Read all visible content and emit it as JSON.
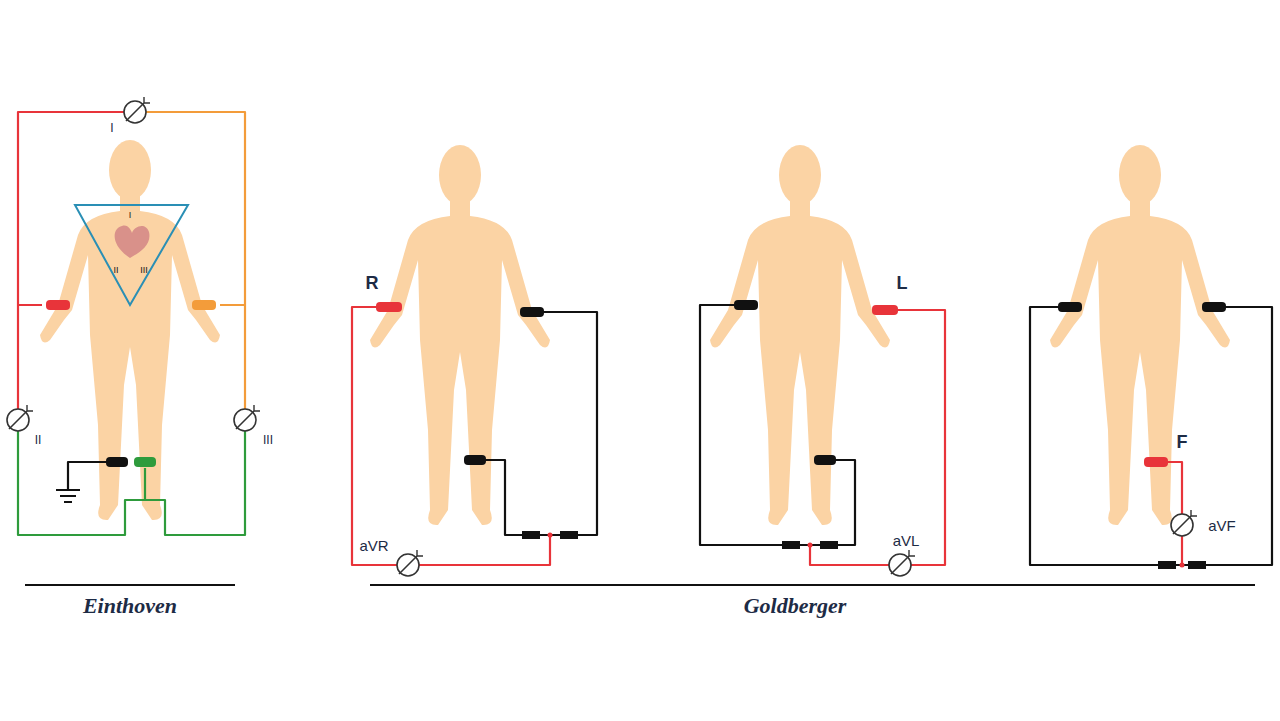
{
  "diagram": {
    "labels": [
      "I",
      "I",
      "II",
      "III",
      "II",
      "III",
      "Einthoven",
      "R",
      "aVR",
      "L",
      "aVL",
      "F",
      "aVF",
      "Goldberger"
    ]
  }
}
